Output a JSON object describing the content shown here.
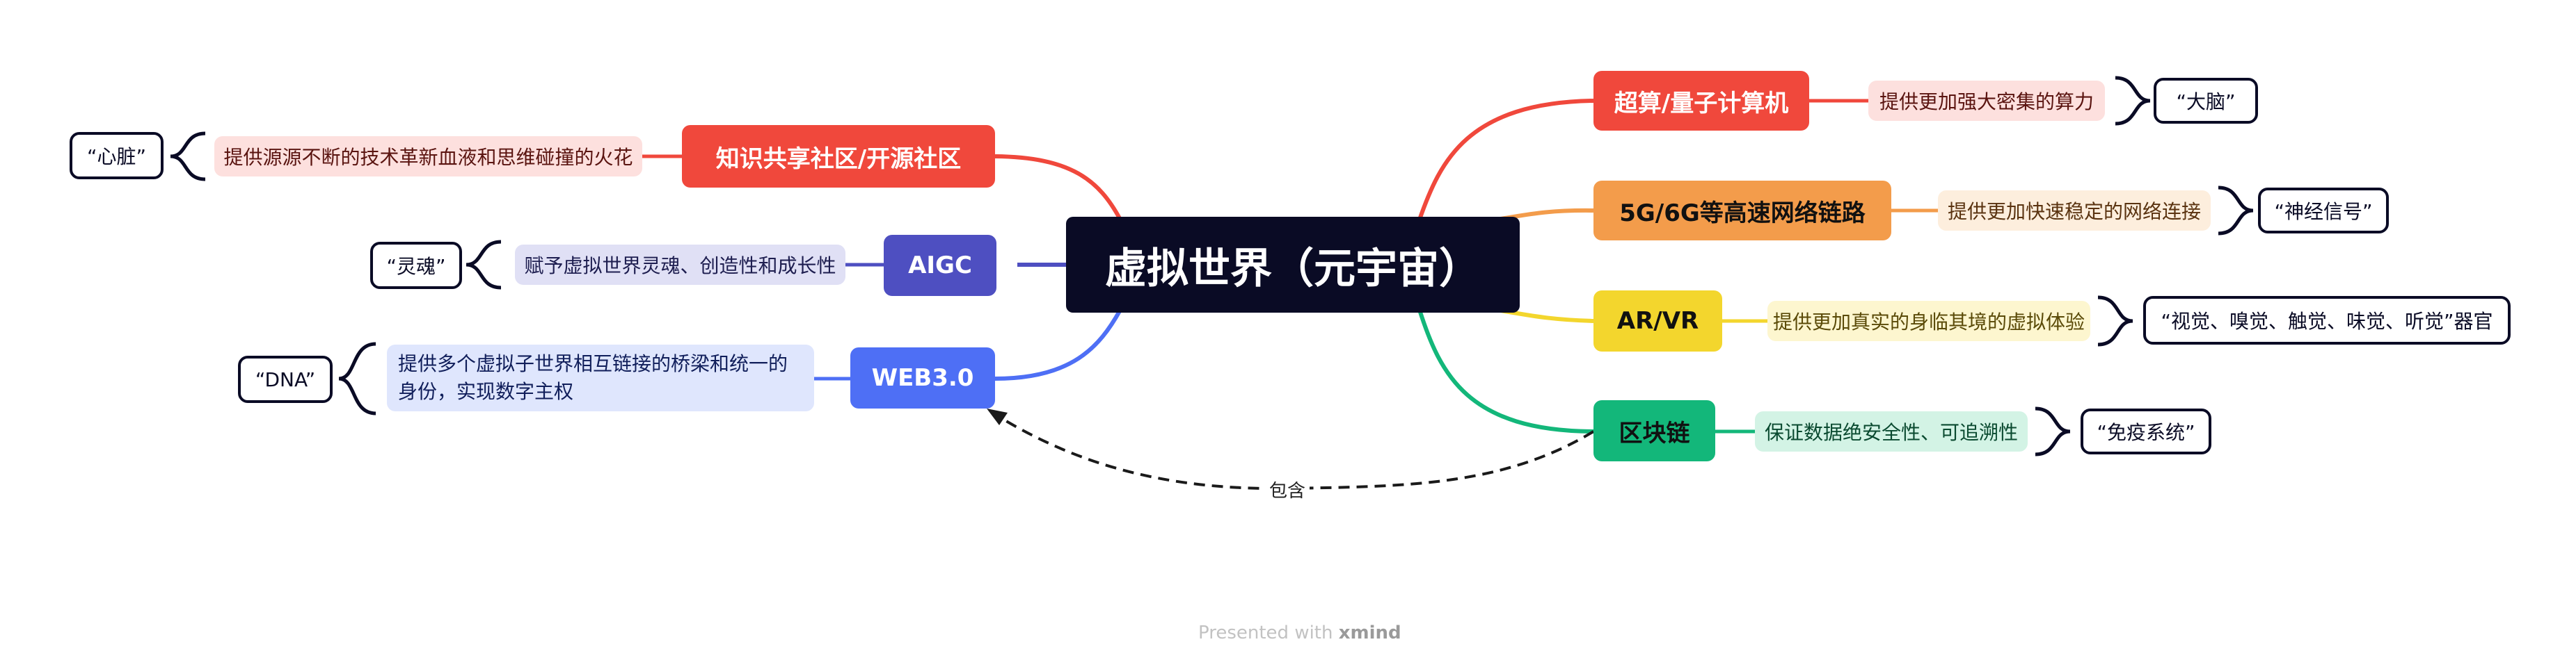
{
  "central": {
    "title": "虚拟世界（元宇宙）"
  },
  "colors": {
    "dark": "#0a0b25",
    "red": "#f0483c",
    "orange": "#f39c4b",
    "yellow": "#f3d62d",
    "green": "#13b77a",
    "indigo": "#4e4fc1",
    "blue": "#4e6ff5"
  },
  "branches": {
    "supercomputing": {
      "title": "超算/量子计算机",
      "desc": "提供更加强大密集的算力",
      "tag": "“大脑”"
    },
    "network": {
      "title": "5G/6G等高速网络链路",
      "desc": "提供更加快速稳定的网络连接",
      "tag": "“神经信号”"
    },
    "arvr": {
      "title": "AR/VR",
      "desc": "提供更加真实的身临其境的虚拟体验",
      "tag": "“视觉、嗅觉、触觉、味觉、听觉”器官"
    },
    "blockchain": {
      "title": "区块链",
      "desc": "保证数据绝安全性、可追溯性",
      "tag": "“免疫系统”"
    },
    "community": {
      "title": "知识共享社区/开源社区",
      "desc": "提供源源不断的技术革新血液和思维碰撞的火花",
      "tag": "“心脏”"
    },
    "aigc": {
      "title": "AIGC",
      "desc": "赋予虚拟世界灵魂、创造性和成长性",
      "tag": "“灵魂”"
    },
    "web3": {
      "title": "WEB3.0",
      "desc": "提供多个虚拟子世界相互链接的桥梁和统一的身份，实现数字主权",
      "tag": "“DNA”"
    }
  },
  "relationship": {
    "label": "包含"
  },
  "footer": {
    "prefix": "Presented with",
    "brand": "xmind"
  }
}
